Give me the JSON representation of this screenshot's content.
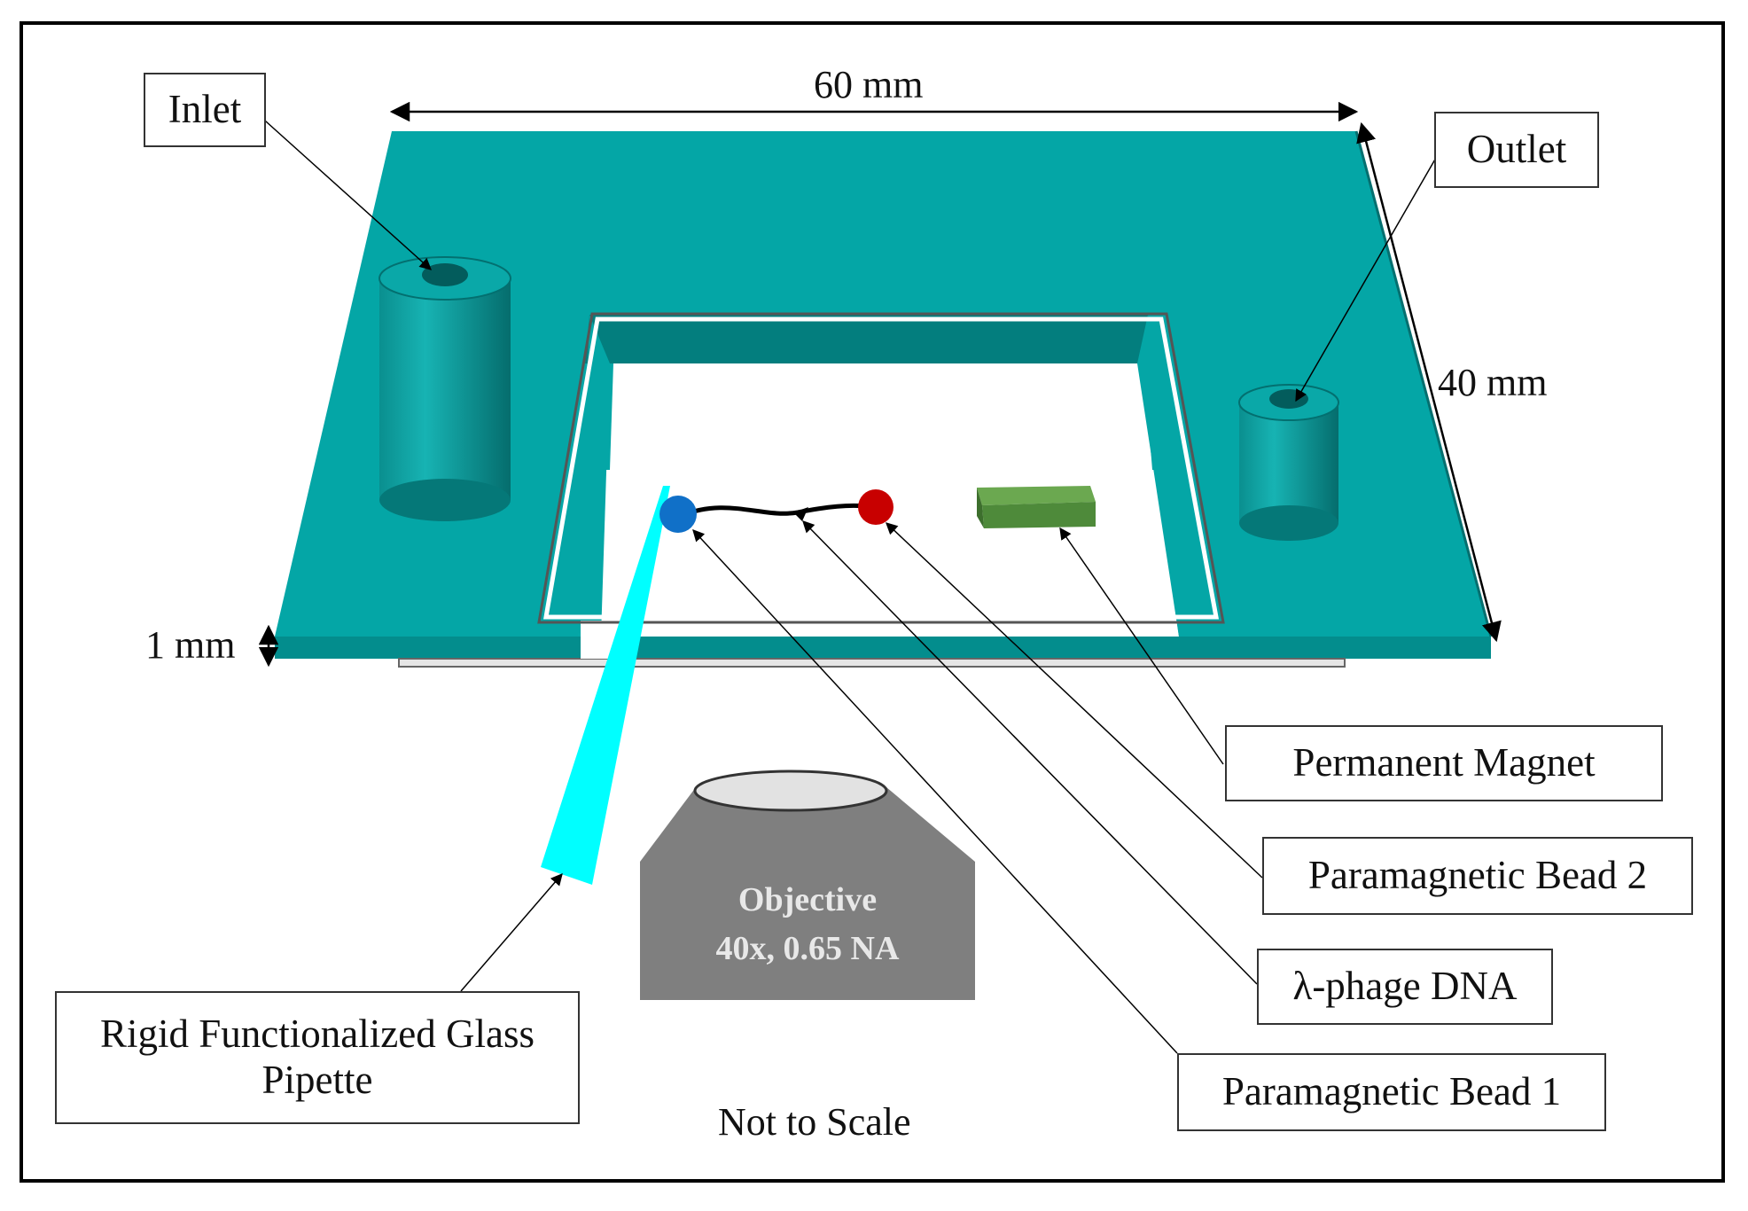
{
  "labels": {
    "inlet": "Inlet",
    "outlet": "Outlet",
    "permanent_magnet": "Permanent Magnet",
    "bead2": "Paramagnetic Bead 2",
    "dna": "λ-phage DNA",
    "bead1": "Paramagnetic Bead 1",
    "pipette_line1": "Rigid Functionalized Glass",
    "pipette_line2": "Pipette"
  },
  "dimensions": {
    "width": "60 mm",
    "depth": "40 mm",
    "thickness": "1 mm"
  },
  "objective": {
    "line1": "Objective",
    "line2": "40x, 0.65 NA"
  },
  "note": "Not to Scale",
  "colors": {
    "chip": "#04a6a6",
    "chip_dark": "#037d7d",
    "pipette": "#00ffff",
    "bead1": "#1070c8",
    "bead2": "#c80000",
    "magnet": "#4e8a3a",
    "objective": "#7f7f7f"
  }
}
